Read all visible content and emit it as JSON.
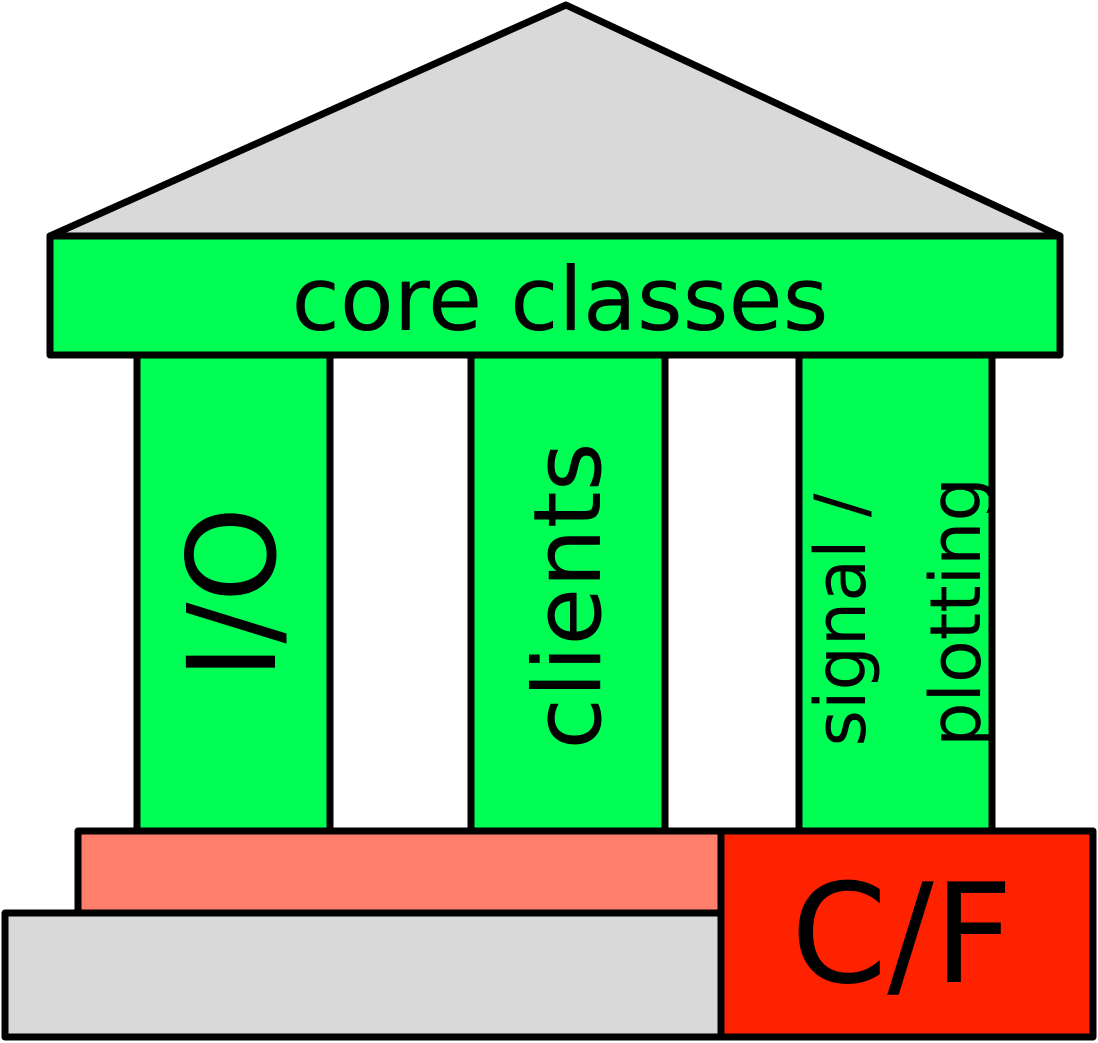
{
  "colors": {
    "roof": "#d9d9d9",
    "green": "#00ff55",
    "salmon": "#ff7f6c",
    "red": "#ff2200",
    "base": "#d9d9d9",
    "stroke": "#000000"
  },
  "entablature": {
    "label": "core classes"
  },
  "columns": [
    {
      "label": "I/O"
    },
    {
      "label": "clients"
    },
    {
      "label_line1": "signal /",
      "label_line2": "plotting"
    }
  ],
  "foundation": {
    "label": "C/F"
  }
}
